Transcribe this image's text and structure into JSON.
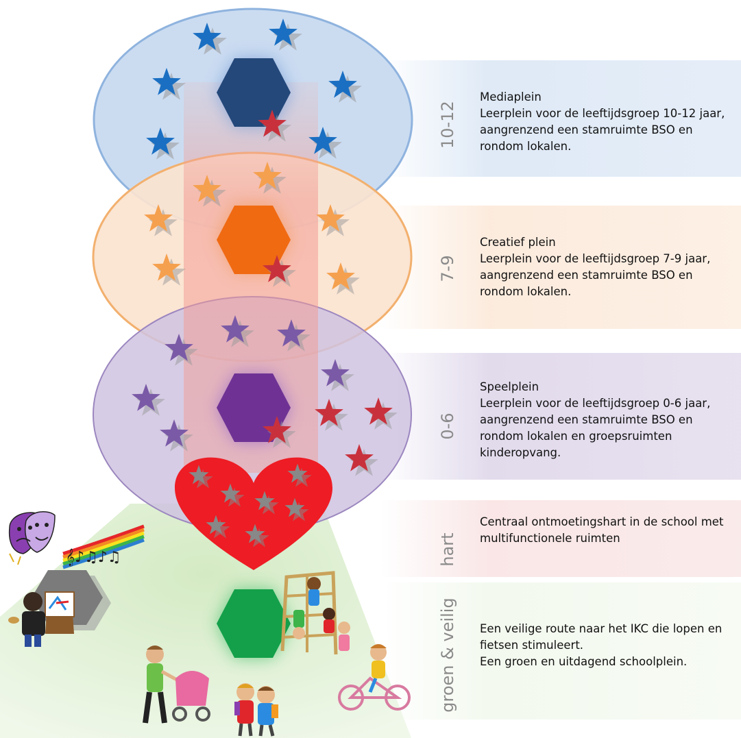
{
  "colors": {
    "blue_zone": "#c5d8ef",
    "blue_star": "#1a6fc2",
    "blue_hex": "#24487a",
    "orange_zone": "#fbe3cf",
    "orange_star": "#f5a04e",
    "orange_hex": "#f06a12",
    "purple_zone": "#cfc3e0",
    "purple_star": "#7a5aa6",
    "purple_hex": "#6f3294",
    "red_star": "#c8313c",
    "heart": "#ee1c24",
    "green_hex": "#14a04a",
    "green_field": "#dff0d3",
    "age_text": "#8a8a8a"
  },
  "levels": [
    {
      "age": "10-12",
      "title": "Mediaplein",
      "description": "Leerplein voor de leeftijdsgroep 10-12 jaar, aangrenzend een stamruimte BSO en rondom lokalen."
    },
    {
      "age": "7-9",
      "title": "Creatief plein",
      "description": "Leerplein voor de leeftijdsgroep 7-9 jaar, aangrenzend een stamruimte BSO en rondom lokalen."
    },
    {
      "age": "0-6",
      "title": "Speelplein",
      "description": "Leerplein voor de leeftijdsgroep 0-6 jaar, aangrenzend een stamruimte BSO en rondom lokalen en groepsruimten kinderopvang."
    },
    {
      "age": "hart",
      "title": "",
      "description": "Centraal ontmoetingshart in de school met multifunctionele ruimten"
    },
    {
      "age": "groen & veilig",
      "title": "",
      "description": "Een veilige route naar het IKC die lopen en fietsen stimuleert.",
      "description2": "Een groen en uitdagend schoolplein."
    }
  ],
  "icons": {
    "theatre": "theatre-masks-icon",
    "music": "music-rainbow-icon",
    "painter": "painter-easel-icon",
    "stroller": "parent-stroller-icon",
    "kids": "walking-children-icon",
    "climber": "climbing-frame-icon",
    "cyclist": "child-bicycle-icon"
  }
}
